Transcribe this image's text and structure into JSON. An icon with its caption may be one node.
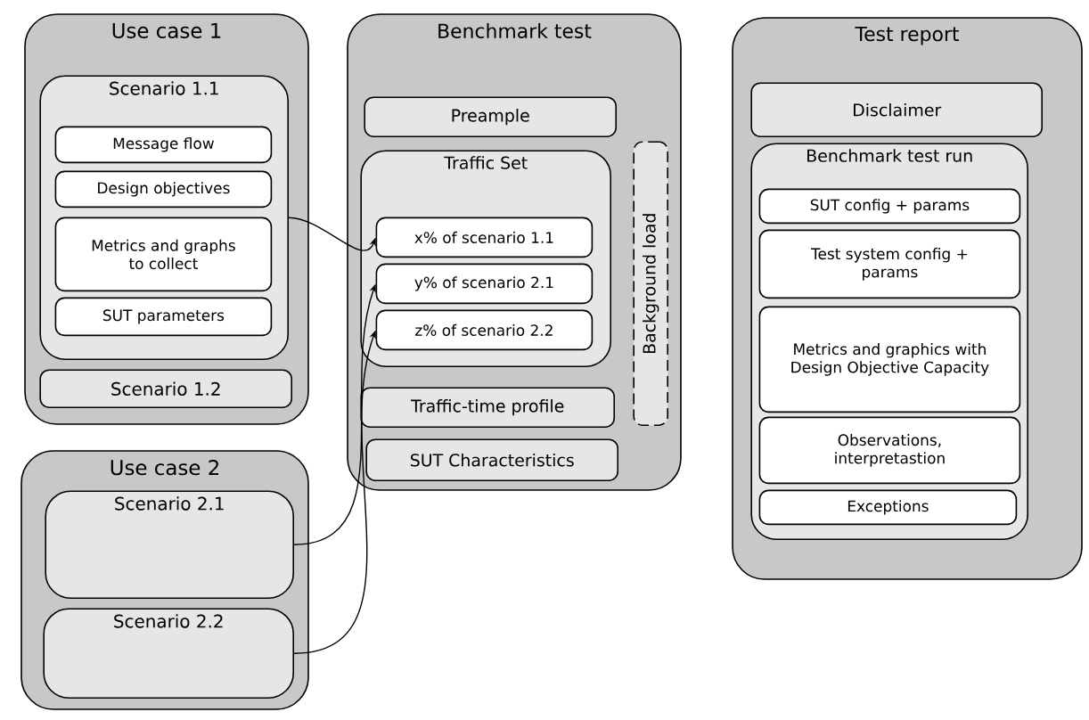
{
  "diagram": {
    "nodes": [
      {
        "text": [
          "Use case 1"
        ]
      },
      {
        "text": [
          "Scenario 1.1"
        ],
        "in": 0
      },
      {
        "text": [
          "Message flow"
        ],
        "in": 1
      },
      {
        "text": [
          "Design objectives"
        ],
        "in": 1
      },
      {
        "text": [
          "Metrics and graphs to collect"
        ],
        "in": 1
      },
      {
        "text": [
          "SUT parameters"
        ],
        "in": 1
      },
      {
        "text": [
          "Scenario 1.2"
        ],
        "in": 0
      },
      {
        "text": [
          "Use case 2"
        ]
      },
      {
        "text": [
          "Scenario 2.1"
        ],
        "in": 7
      },
      {
        "text": [
          "Scenario 2.2"
        ],
        "in": 7
      },
      {
        "text": [
          "Benchmark test"
        ]
      },
      {
        "text": [
          "Preample"
        ],
        "in": 10
      },
      {
        "text": [
          "Traffic Set"
        ],
        "in": 10
      },
      {
        "text": [
          "x% of scenario 1.1"
        ],
        "in": 12
      },
      {
        "text": [
          "y% of scenario 2.1"
        ],
        "in": 12
      },
      {
        "text": [
          "z% of scenario 2.2"
        ],
        "in": 12
      },
      {
        "text": [
          "Background load"
        ],
        "in": 10
      },
      {
        "text": [
          "Traffic-time profile"
        ],
        "in": 10
      },
      {
        "text": [
          "SUT Characteristics"
        ],
        "in": 10
      },
      {
        "text": [
          "Test report"
        ]
      },
      {
        "text": [
          "Disclaimer"
        ],
        "in": 19
      },
      {
        "text": [
          "Benchmark test run"
        ],
        "in": 19
      },
      {
        "text": [
          "SUT config + params"
        ],
        "in": 21
      },
      {
        "text": [
          "Test system config + params"
        ],
        "in": 21
      },
      {
        "text": [
          "Metrics and graphics with Design Objective Capacity"
        ],
        "in": 21
      },
      {
        "text": [
          "Observations, interpretastion"
        ],
        "in": 21
      },
      {
        "text": [
          "Exceptions"
        ],
        "in": 21
      }
    ],
    "edges": [
      {
        "from": 1,
        "to": 13,
        "arrow": "to"
      },
      {
        "from": 8,
        "to": 14,
        "arrow": "to"
      },
      {
        "from": 9,
        "to": 15,
        "arrow": "to"
      }
    ]
  }
}
